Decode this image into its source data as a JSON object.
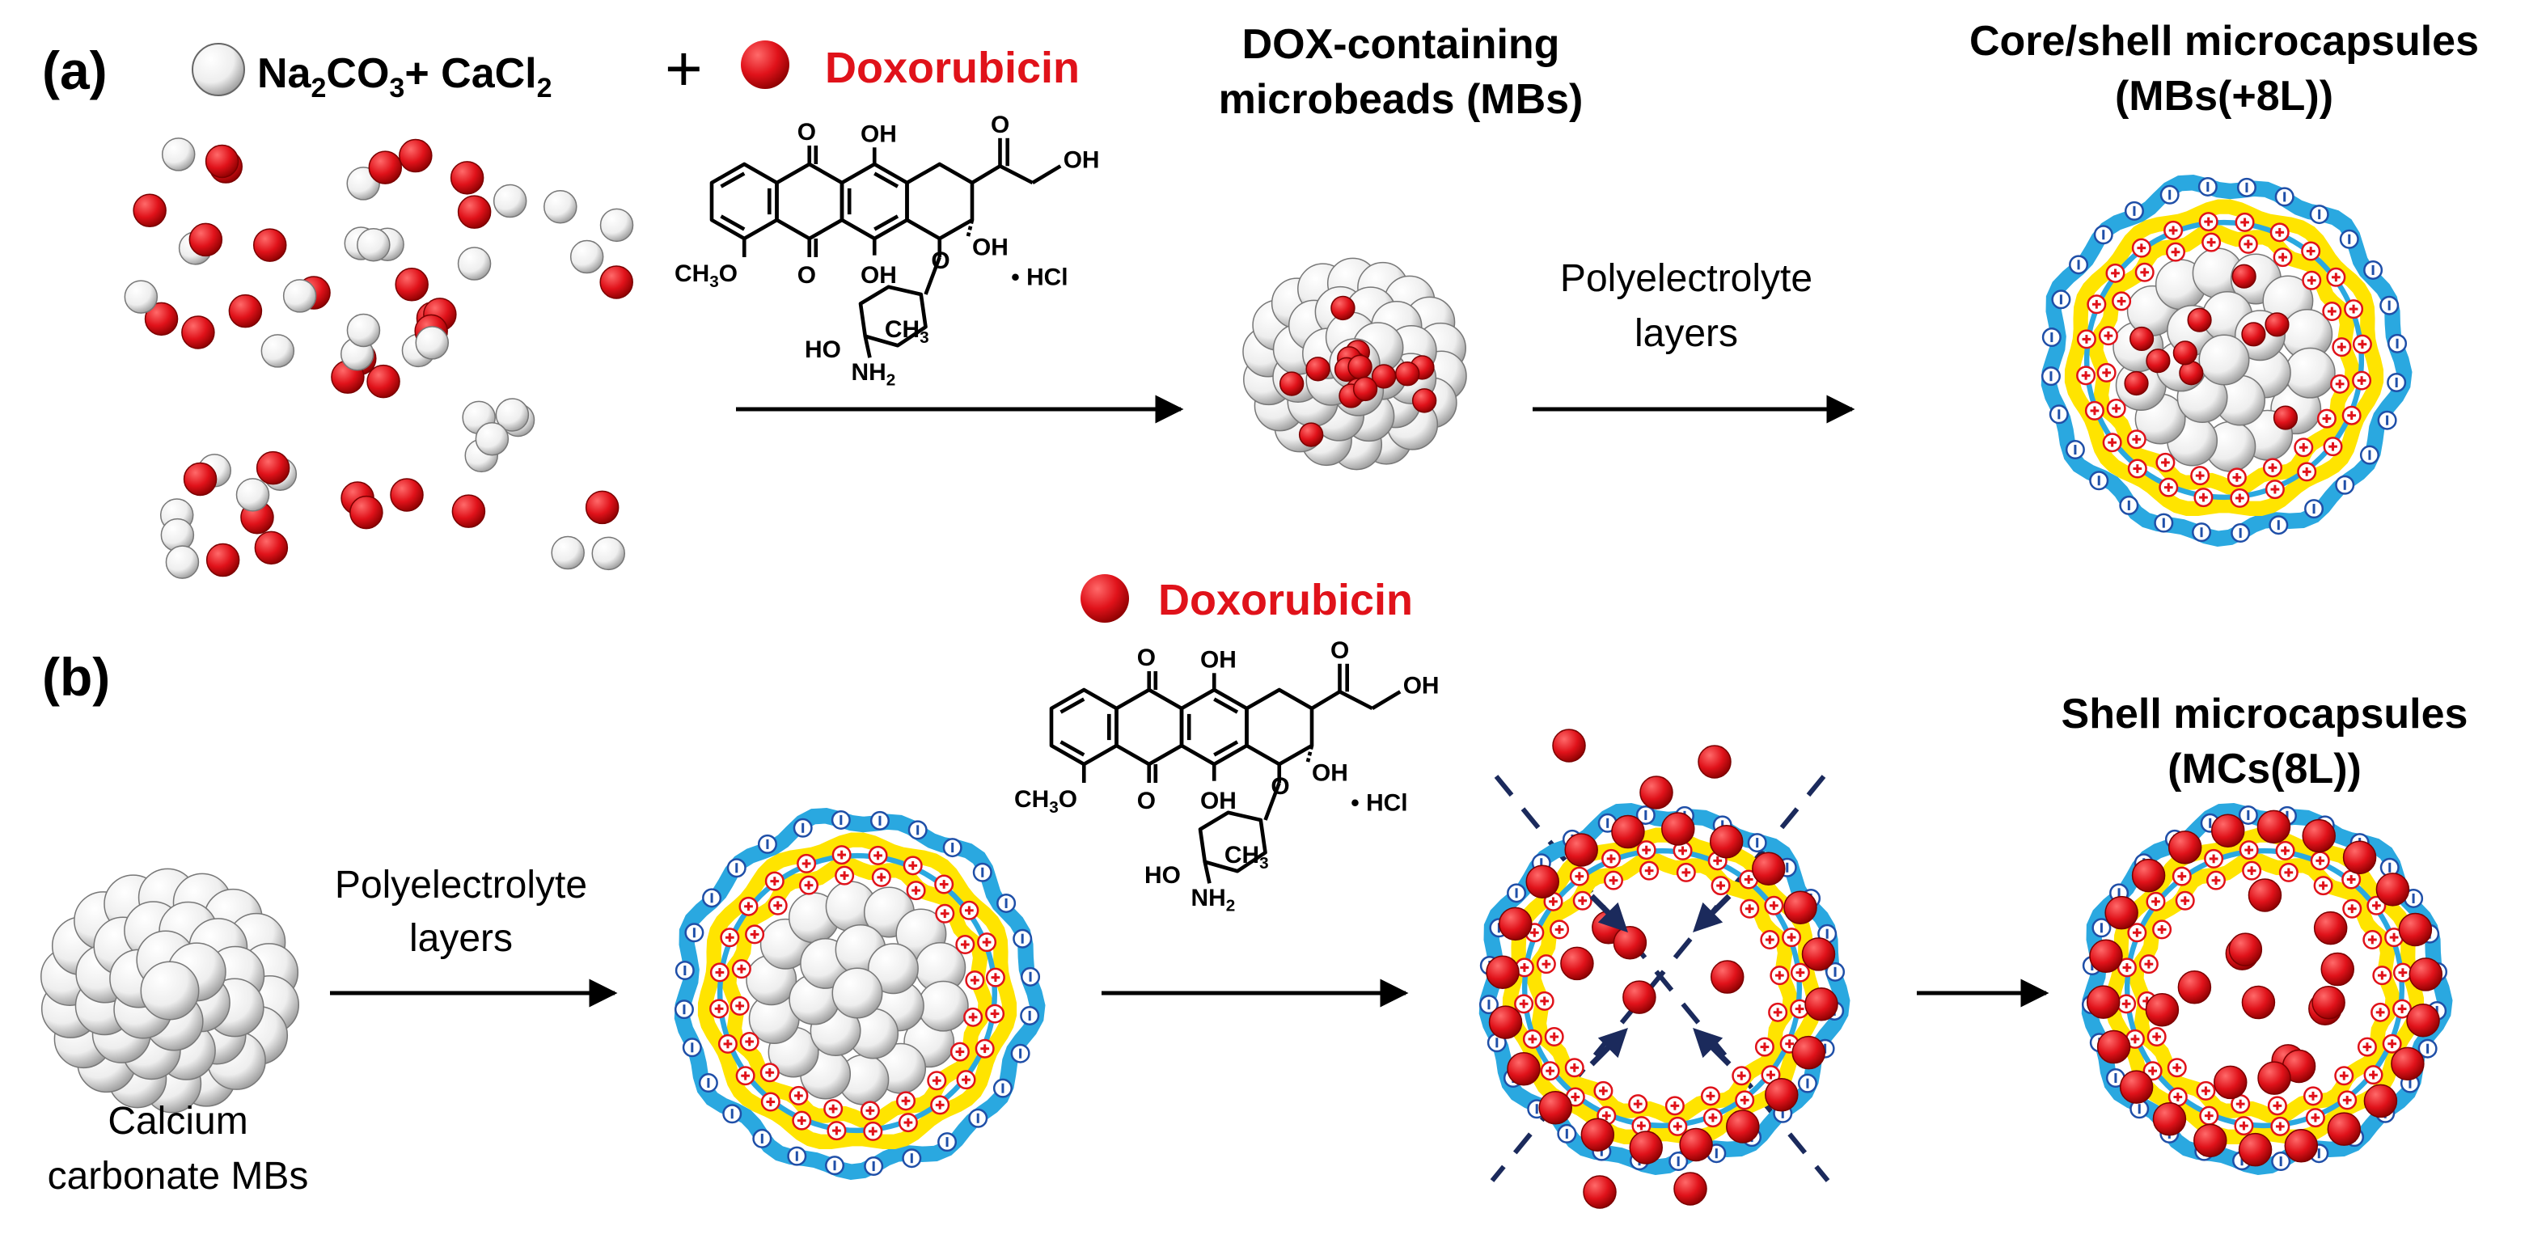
{
  "panel_a": {
    "label": "(a)",
    "reagents": {
      "na": "Na",
      "na_sub": "2",
      "co": "CO",
      "co_sub": "3",
      "plus_mid": "+ CaCl",
      "cl_sub": "2"
    },
    "plus_sign": "+",
    "drug_label": "Doxorubicin",
    "mbs_title_line1": "DOX-containing",
    "mbs_title_line2": "microbeads (MBs)",
    "arrow_label_line1": "Polyelectrolyte",
    "arrow_label_line2": "layers",
    "result_title_line1": "Core/shell microcapsules",
    "result_title_line2": "(MBs(+8L))"
  },
  "panel_b": {
    "label": "(b)",
    "drug_label": "Doxorubicin",
    "arrow_label_line1": "Polyelectrolyte",
    "arrow_label_line2": "layers",
    "start_label_line1": "Calcium",
    "start_label_line2": "carbonate MBs",
    "result_title_line1": "Shell microcapsules",
    "result_title_line2": "(MCs(8L))"
  },
  "structure": {
    "O": "O",
    "OH": "OH",
    "CH3O": "CH",
    "CH3O_sub": "3",
    "CH3O_end": "O",
    "HCl": "• HCl",
    "CH3": "CH",
    "CH3_sub": "3",
    "HO": "HO",
    "NH2": "NH",
    "NH2_sub": "2"
  },
  "colors": {
    "drug_red": "#e0121a",
    "bead_white": "#f4f4f4",
    "shell_yellow": "#ffe400",
    "shell_blue": "#2aa8e0",
    "charge_blue": "#1f4fa8",
    "arrow_navy": "#1b2a5c"
  }
}
